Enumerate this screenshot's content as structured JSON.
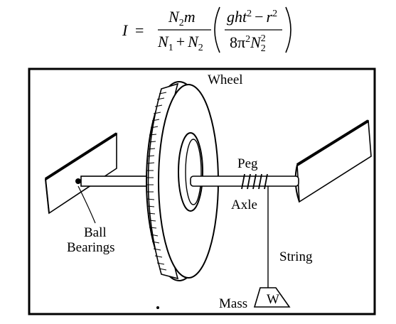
{
  "formula": {
    "lhs": "I",
    "eq": "=",
    "f1_num": "N",
    "f1_num_sub": "2",
    "f1_num_var": "m",
    "f1_den_a": "N",
    "f1_den_a_sub": "1",
    "f1_den_plus": "+",
    "f1_den_b": "N",
    "f1_den_b_sub": "2",
    "f2_num_a": "ght",
    "f2_num_a_sup": "2",
    "f2_num_minus": "−",
    "f2_num_b": "r",
    "f2_num_b_sup": "2",
    "f2_den_coef": "8π",
    "f2_den_coef_sup": "2",
    "f2_den_n": "N",
    "f2_den_n_sub": "2",
    "f2_den_n_sup": "2"
  },
  "labels": {
    "wheel": "Wheel",
    "peg": "Peg",
    "axle": "Axle",
    "ball": "Ball",
    "bearings": "Bearings",
    "string": "String",
    "mass": "Mass",
    "weight": "W"
  }
}
